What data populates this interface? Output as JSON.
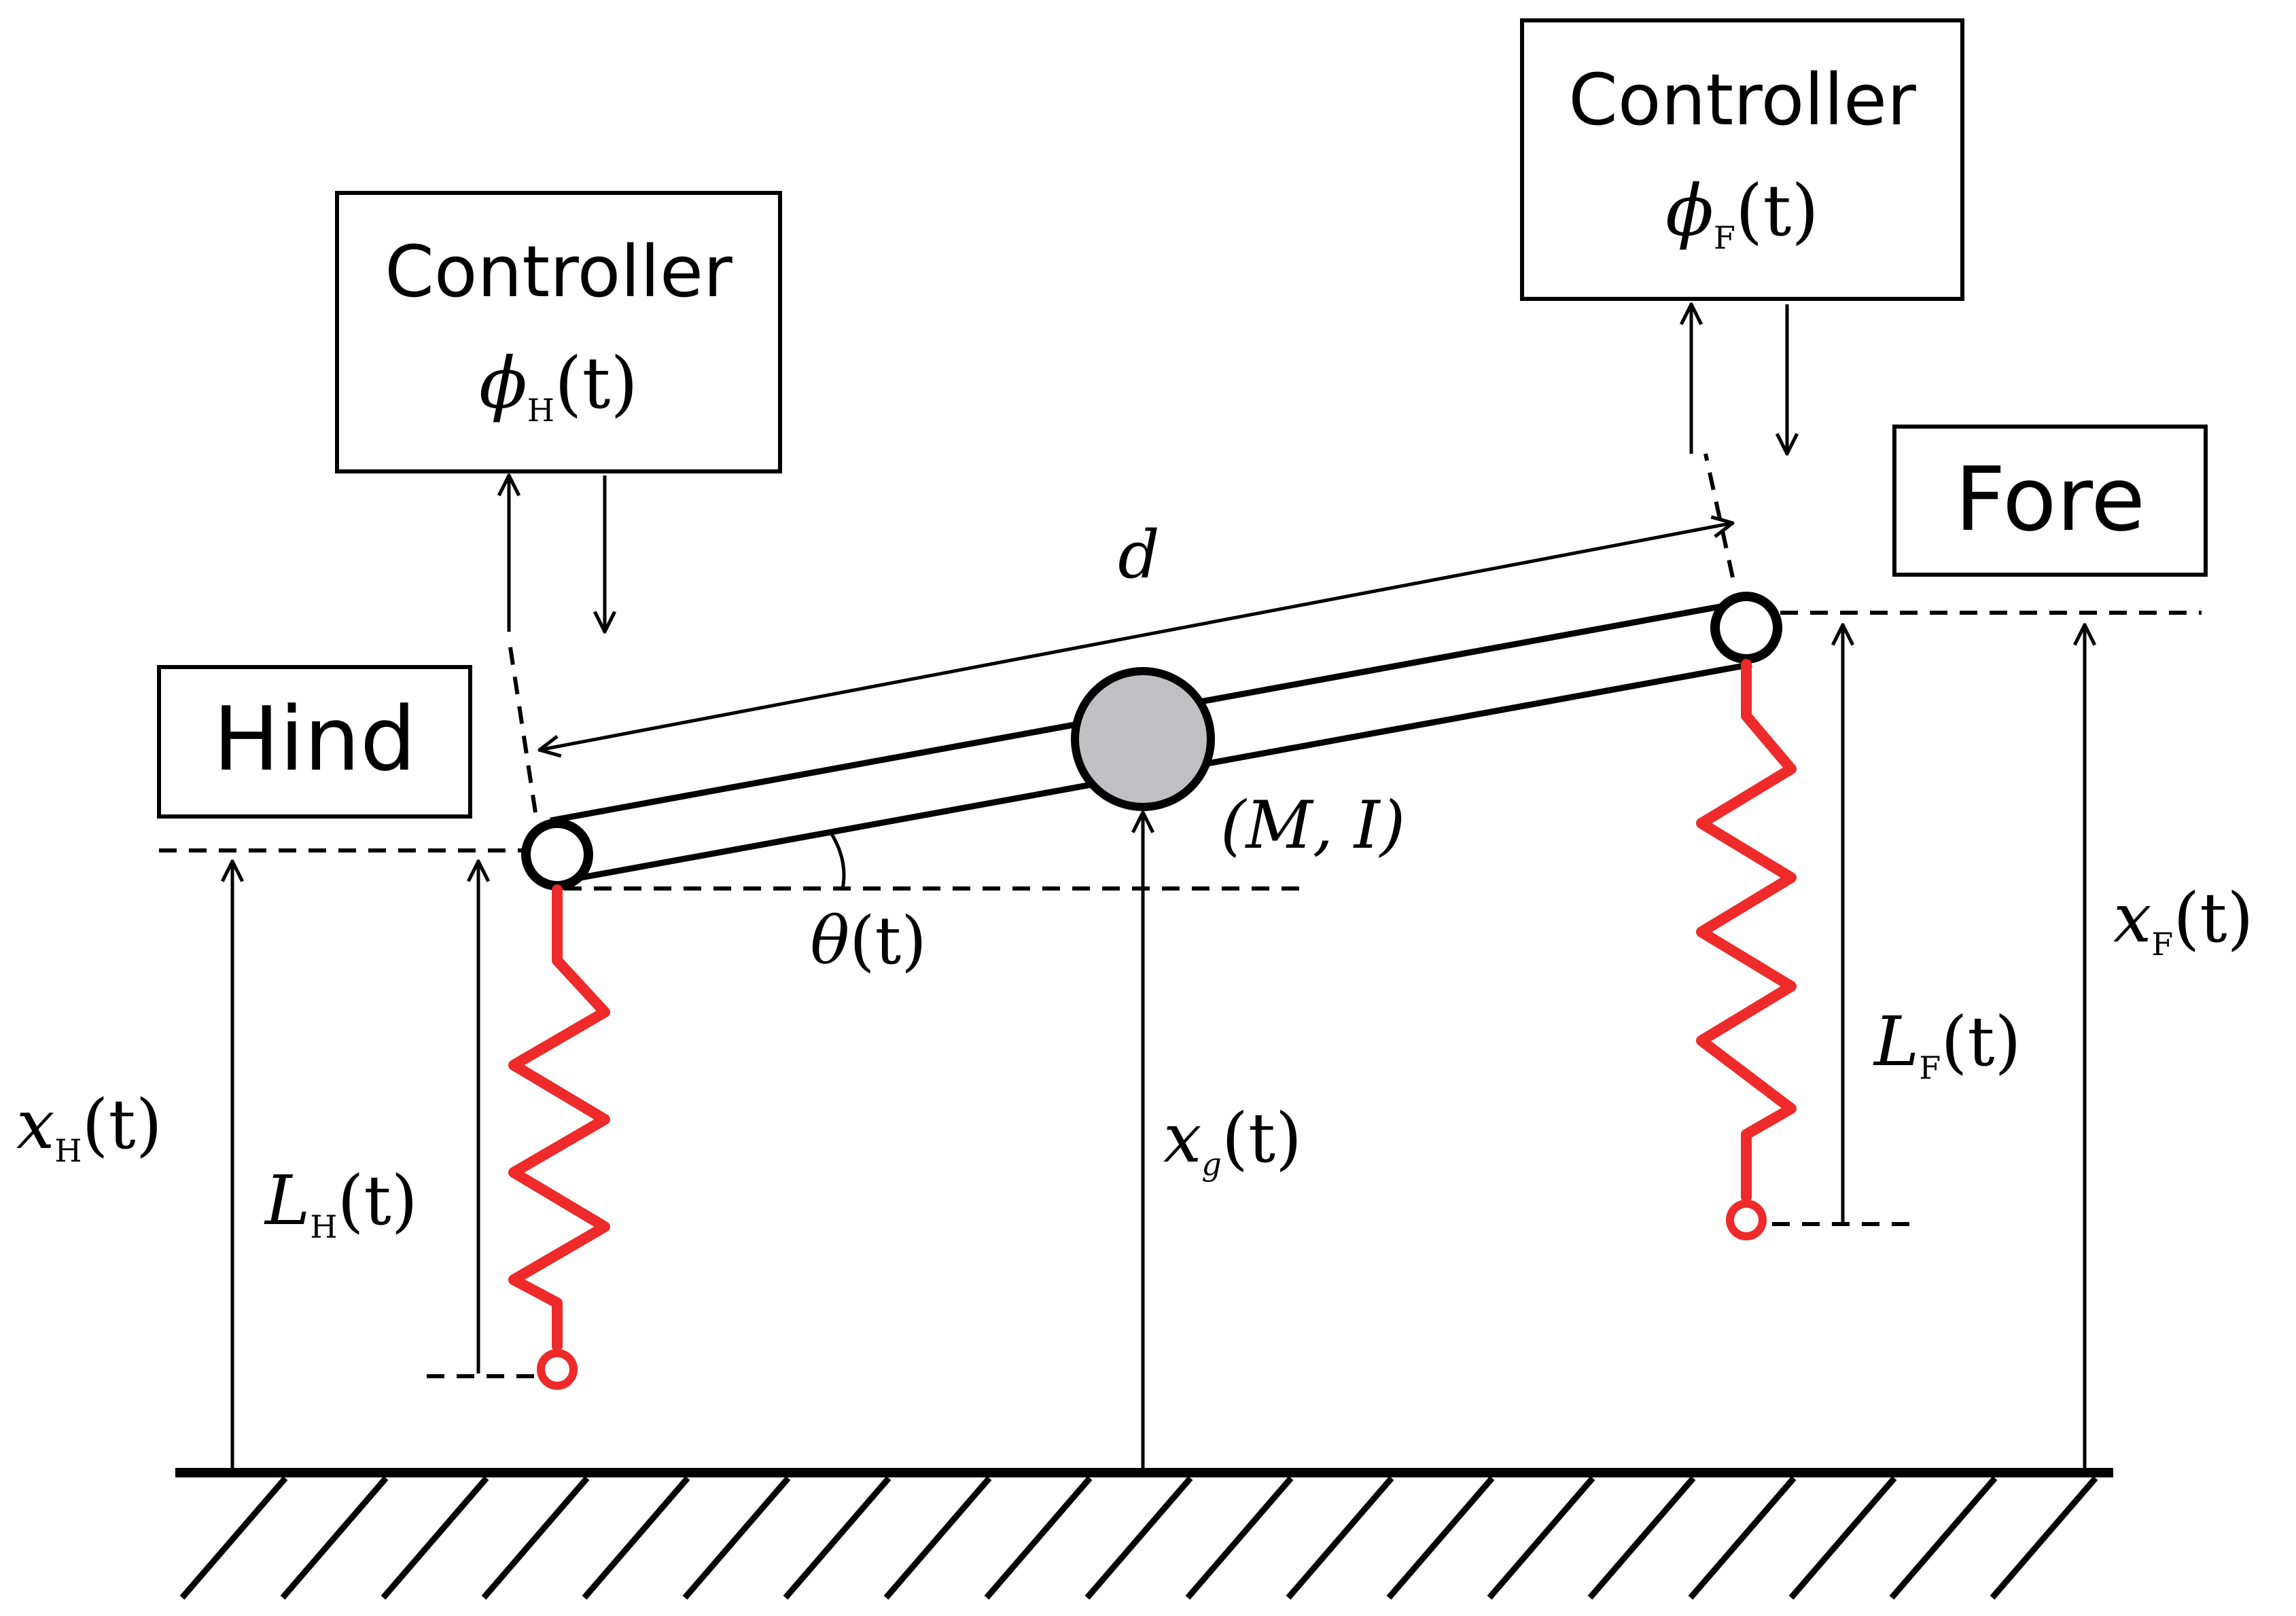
{
  "labels": {
    "hind_box": "Hind",
    "fore_box": "Fore",
    "controller_hind_title": "Controller",
    "controller_fore_title": "Controller",
    "phi_hind": {
      "base": "ϕ",
      "sub": "H",
      "arg": "(t)"
    },
    "phi_fore": {
      "base": "ϕ",
      "sub": "F",
      "arg": "(t)"
    },
    "distance": "d",
    "mass_inertia": "(M, I)",
    "theta": {
      "base": "θ",
      "arg": "(t)"
    },
    "x_hind": {
      "base": "x",
      "sub": "H",
      "arg": "(t)"
    },
    "x_fore": {
      "base": "x",
      "sub": "F",
      "arg": "(t)"
    },
    "x_g": {
      "base": "x",
      "sub": "g",
      "arg": "(t)"
    },
    "L_hind": {
      "base": "L",
      "sub": "H",
      "arg": "(t)"
    },
    "L_fore": {
      "base": "L",
      "sub": "F",
      "arg": "(t)"
    }
  },
  "colors": {
    "spring": "#ee2a2a",
    "body_mass": "#c0c0c2",
    "line": "#000000",
    "background": "#ffffff"
  }
}
